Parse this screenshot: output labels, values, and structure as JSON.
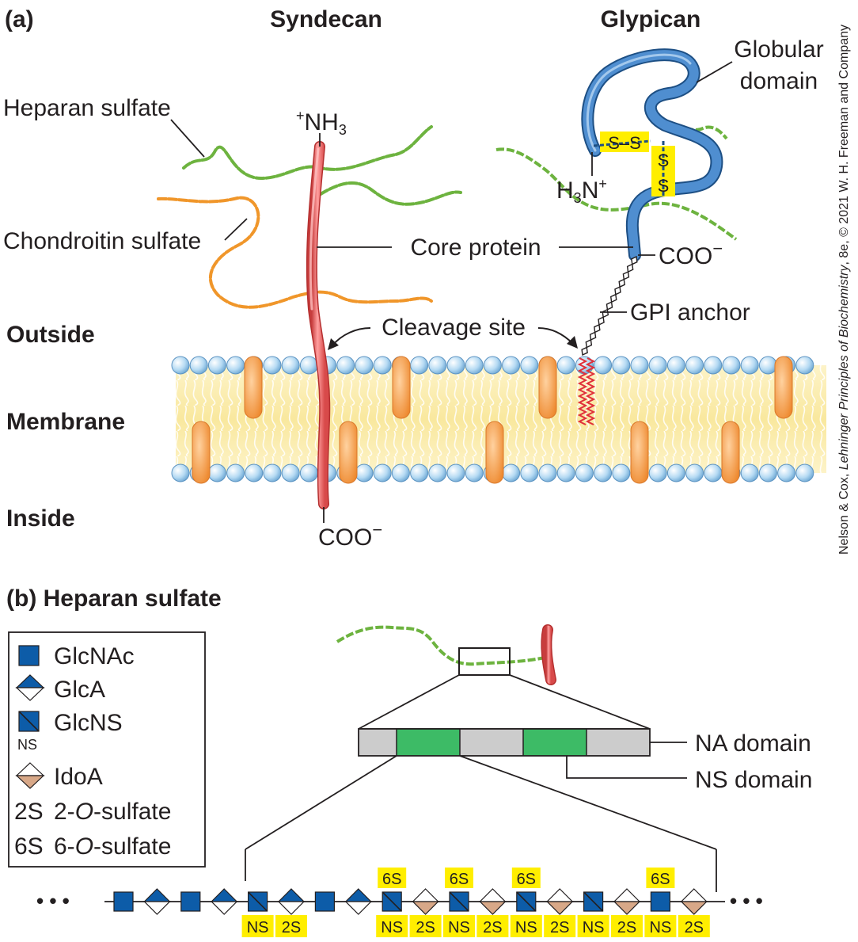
{
  "panel_a": {
    "label": "(a)",
    "syndecan": "Syndecan",
    "glypican": "Glypican",
    "heparan_sulfate": "Heparan sulfate",
    "chondroitin_sulfate": "Chondroitin sulfate",
    "nh3_prefix": "+",
    "nh3": "NH",
    "nh3_sub": "3",
    "core_protein": "Core protein",
    "coo_syndecan": "COO",
    "coo_glypican": "COO",
    "minus": "−",
    "h3n": "H",
    "h3n_sub": "3",
    "h3n_n": "N",
    "h3n_plus": "+",
    "globular_line1": "Globular",
    "globular_line2": "domain",
    "ss_horizontal": "S–S",
    "ss_s1": "S",
    "ss_s2": "S",
    "gpi_anchor": "GPI anchor",
    "cleavage_site": "Cleavage site",
    "outside": "Outside",
    "membrane": "Membrane",
    "inside": "Inside"
  },
  "panel_b": {
    "label": "(b) Heparan sulfate",
    "na_domain": "NA domain",
    "ns_domain": "NS domain",
    "ellipsis_left": "• • •",
    "ellipsis_right": "• • •",
    "legend": [
      {
        "icon": "glcnac-square",
        "label": "GlcNAc"
      },
      {
        "icon": "glca-diamond",
        "label": "GlcA"
      },
      {
        "icon": "glcns-square",
        "label": "GlcNS",
        "sub": "NS"
      },
      {
        "icon": "idoa-diamond",
        "label": "IdoA"
      },
      {
        "icon": "text",
        "symbol": "2S",
        "label_pre": "2-",
        "label_ital": "O",
        "label_post": "-sulfate"
      },
      {
        "icon": "text",
        "symbol": "6S",
        "label_pre": "6-",
        "label_ital": "O",
        "label_post": "-sulfate"
      }
    ],
    "chain": [
      {
        "type": "GlcNAc"
      },
      {
        "type": "GlcA"
      },
      {
        "type": "GlcNAc"
      },
      {
        "type": "GlcA"
      },
      {
        "type": "GlcNS",
        "below": "NS"
      },
      {
        "type": "GlcA",
        "below": "2S"
      },
      {
        "type": "GlcNAc"
      },
      {
        "type": "GlcA"
      },
      {
        "type": "GlcNS",
        "above": "6S",
        "below": "NS"
      },
      {
        "type": "IdoA",
        "below": "2S"
      },
      {
        "type": "GlcNS",
        "above": "6S",
        "below": "NS"
      },
      {
        "type": "IdoA",
        "below": "2S"
      },
      {
        "type": "GlcNS",
        "above": "6S",
        "below": "NS"
      },
      {
        "type": "IdoA",
        "below": "2S"
      },
      {
        "type": "GlcNS",
        "below": "NS"
      },
      {
        "type": "IdoA",
        "below": "2S"
      },
      {
        "type": "GlcNAc",
        "above": "6S",
        "below": "NS"
      },
      {
        "type": "IdoA",
        "below": "2S"
      }
    ]
  },
  "credit_pre": "Nelson & Cox, ",
  "credit_ital": "Lehninger Principles of Biochemistry",
  "credit_post": ", 8e, © 2021 W. H. Freeman and Company",
  "colors": {
    "green": "#6db33f",
    "orange": "#f0962a",
    "red_core": "#e85a5a",
    "blue_glypican": "#3b78b8",
    "membrane": "#fbeeb0",
    "head": "#a9d2ee",
    "yellow": "#ffee00",
    "sugar_blue": "#0d5ca8",
    "idoa_tan": "#d8a888",
    "domain_green": "#3dbb66",
    "domain_gray": "#cccccc"
  }
}
